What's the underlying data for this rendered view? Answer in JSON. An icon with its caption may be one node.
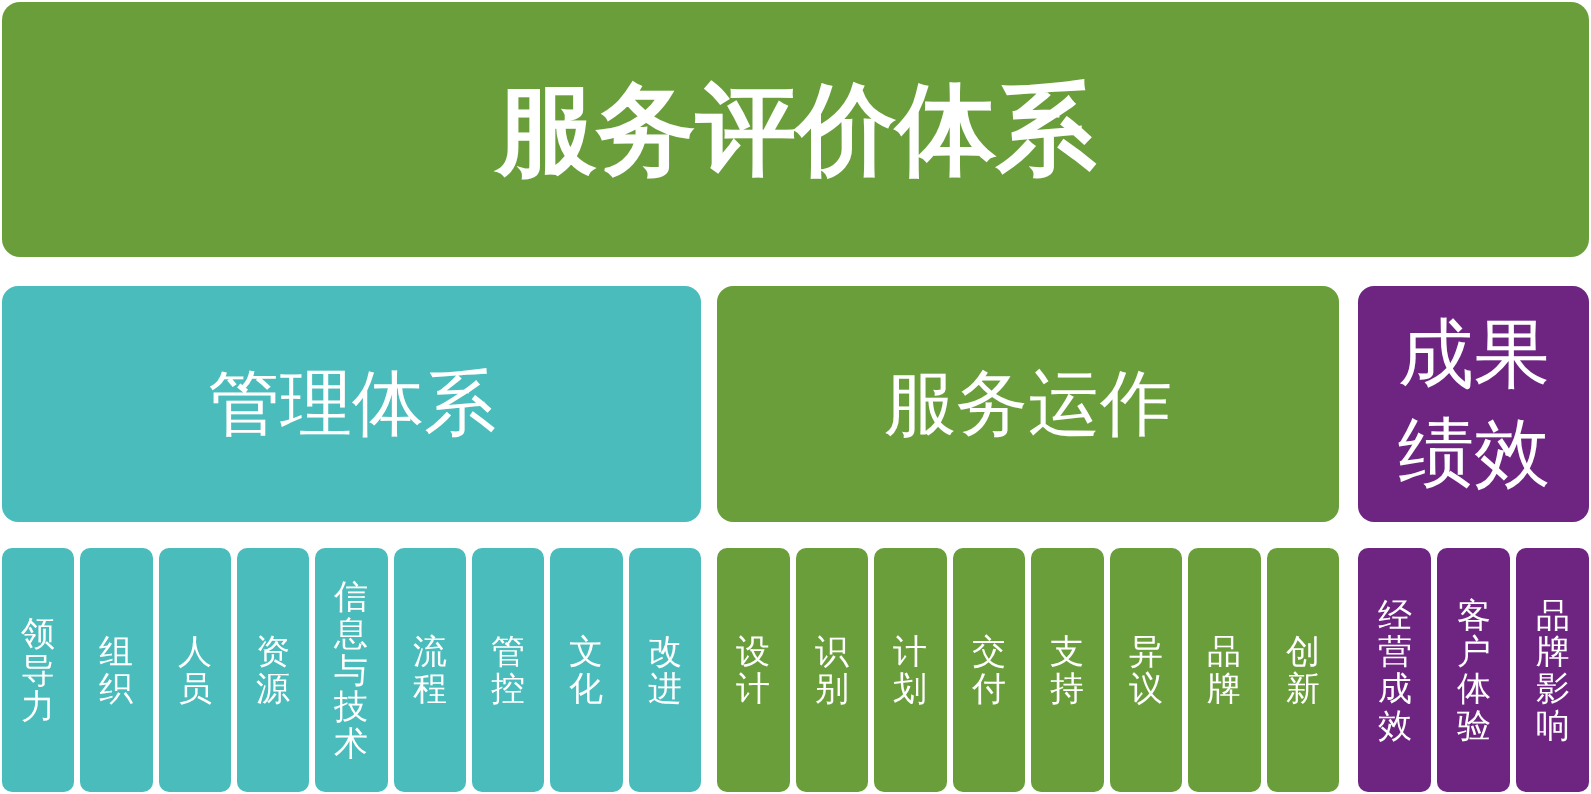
{
  "diagram": {
    "nodes": [
      {
        "text": [
          "服务评价体系"
        ]
      },
      {
        "text": [
          "管理体系"
        ]
      },
      {
        "text": [
          "服务运作"
        ]
      },
      {
        "text": [
          "成果绩效"
        ]
      },
      {
        "text": [
          "领导力"
        ]
      },
      {
        "text": [
          "组织"
        ]
      },
      {
        "text": [
          "人员"
        ]
      },
      {
        "text": [
          "资源"
        ]
      },
      {
        "text": [
          "信息与技术"
        ]
      },
      {
        "text": [
          "流程"
        ]
      },
      {
        "text": [
          "管控"
        ]
      },
      {
        "text": [
          "文化"
        ]
      },
      {
        "text": [
          "改进"
        ]
      },
      {
        "text": [
          "设计"
        ]
      },
      {
        "text": [
          "识别"
        ]
      },
      {
        "text": [
          "计划"
        ]
      },
      {
        "text": [
          "交付"
        ]
      },
      {
        "text": [
          "支持"
        ]
      },
      {
        "text": [
          "异议"
        ]
      },
      {
        "text": [
          "品牌"
        ]
      },
      {
        "text": [
          "创新"
        ]
      },
      {
        "text": [
          "经营成效"
        ]
      },
      {
        "text": [
          "客户体验"
        ]
      },
      {
        "text": [
          "品牌影响"
        ]
      }
    ]
  }
}
